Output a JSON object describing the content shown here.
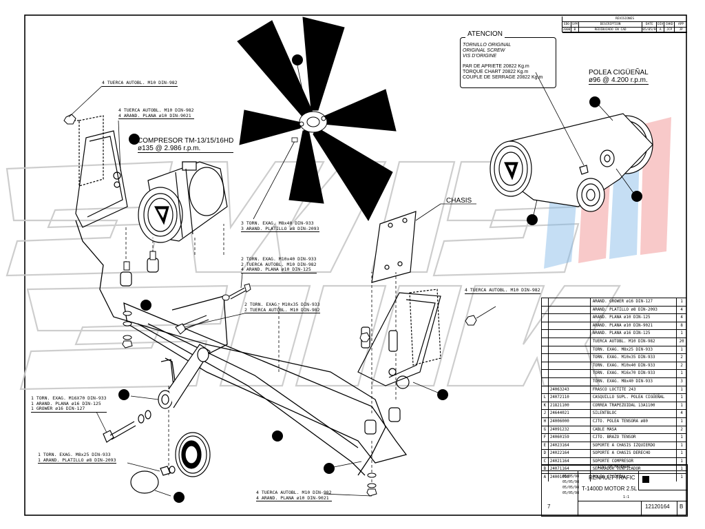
{
  "revision_block": {
    "title": "REVISIONES",
    "headers": [
      "EDO",
      "SYM",
      "DESCRIPTION",
      "DATE",
      "DIV",
      "CHKD",
      "APP"
    ],
    "row": [
      "2000",
      "B",
      "REDIBUJADO EN CAD",
      "05/05/98",
      "A",
      "JCP",
      "JP"
    ]
  },
  "atencion": {
    "title": "ATENCION",
    "lines1": [
      "TORNILLO ORIGINAL",
      "ORIGINAL SCREW",
      "VIS D'ORIGINE"
    ],
    "lines2": [
      "PAR DE APRIETE 20822 Kg.m",
      "TORQUE CHART 20822 Kg.m",
      "COUPLE DE SERRAGE 20822 Kg.m"
    ]
  },
  "polea": {
    "title": "POLEA CIGÜEÑAL",
    "spec": "ø96 @ 4.200 r.p.m."
  },
  "compresor": {
    "title": "COMPRESOR TM-13/15/16HD",
    "spec": "ø135 @ 2.986 r.p.m."
  },
  "chasis_label": "CHASIS",
  "callouts": {
    "c1": [
      "4 TUERCA AUTOBL. M10 DIN-982"
    ],
    "c2": [
      "4 TUERCA AUTOBL. M10 DIN-982",
      "4 ARAND. PLANA ø10 DIN-9021"
    ],
    "c3": [
      "3 TORN. EXAG. M8x40 DIN-933",
      "3 ARAND. PLATILLO ø8 DIN-2093"
    ],
    "c4": [
      "2 TORN. EXAG. M10x40 DIN-933",
      "2 TUERCA AUTOBL. M10 DIN-982",
      "4 ARAND. PLANA ø10 DIN-125"
    ],
    "c5": [
      "2 TORN. EXAG. M10x35 DIN-933",
      "2 TUERCA AUTOBL. M10 DIN-982"
    ],
    "c6": [
      "4 TUERCA AUTOBL. M10 DIN-982"
    ],
    "c7": [
      "1 TORN. EXAG. M16X70 DIN-933",
      "1 ARAND. PLANA ø16 DIN-125",
      "1 GROWER ø16 DIN-127"
    ],
    "c8": [
      "1 TORN. EXAG. M8x25 DIN-933",
      "1 ARAND. PLATILLO ø8 DIN-2093"
    ],
    "c9": [
      "4 TUERCA AUTOBL. M10 DIN-982",
      "4 ARAND. PLANA ø10 DIN-9021"
    ]
  },
  "hardware_list": [
    {
      "desc": "ARAND. GROWER ø16 DIN-127",
      "qty": "1"
    },
    {
      "desc": "ARAND. PLATILLO ø8 DIN-2093",
      "qty": "4"
    },
    {
      "desc": "ARAND. PLANA ø10 DIN-125",
      "qty": "4"
    },
    {
      "desc": "ARAND. PLANA ø10 DIN-9021",
      "qty": "8"
    },
    {
      "desc": "ARAND. PLANA ø16 DIN-125",
      "qty": "1"
    },
    {
      "desc": "TUERCA AUTOBL. M10 DIN-982",
      "qty": "20"
    },
    {
      "desc": "TORN. EXAG. M8x25 DIN-933",
      "qty": "1"
    },
    {
      "desc": "TORN. EXAG. M10x35 DIN-933",
      "qty": "2"
    },
    {
      "desc": "TORN. EXAG. M10x40 DIN-933",
      "qty": "2"
    },
    {
      "desc": "TORN. EXAG. M16x70 DIN-933",
      "qty": "1"
    },
    {
      "desc": "TORN. EXAG. M8x40 DIN-933",
      "qty": "3"
    }
  ],
  "parts_list": [
    {
      "letter": "",
      "code": "24063243",
      "desc": "FRASCO LOCTITE 243",
      "qty": "1"
    },
    {
      "letter": "L",
      "code": "24072110",
      "desc": "CASQUILLO SUPL. POLEA CIGÜEÑAL",
      "qty": "1"
    },
    {
      "letter": "K",
      "code": "21821100",
      "desc": "CORREA TRAPEZOIDAL 13A1100",
      "qty": "1"
    },
    {
      "letter": "J",
      "code": "24644021",
      "desc": "SILENTBLOC",
      "qty": "4"
    },
    {
      "letter": "H",
      "code": "24006000",
      "desc": "CJTO. POLEA TENSORA ø80",
      "qty": "1"
    },
    {
      "letter": "G",
      "code": "24091232",
      "desc": "CABLE MASA",
      "qty": "2"
    },
    {
      "letter": "F",
      "code": "24060159",
      "desc": "CJTO. BRAZO TENSOR",
      "qty": "1"
    },
    {
      "letter": "E",
      "code": "24023164",
      "desc": "SOPORTE A CHASIS IZQUIERDO",
      "qty": "1"
    },
    {
      "letter": "D",
      "code": "24022164",
      "desc": "SOPORTE A CHASIS DERECHO",
      "qty": "1"
    },
    {
      "letter": "C",
      "code": "24021164",
      "desc": "SOPORTE COMPRESOR",
      "qty": "1"
    },
    {
      "letter": "B",
      "code": "24071164",
      "desc": "SEPARADOR VENTILADOR",
      "qty": "1"
    },
    {
      "letter": "A",
      "code": "24001098",
      "desc": "POLEA CIGÜEÑAL",
      "qty": "1"
    }
  ],
  "list_header": "LIST OF MATERIAL",
  "title_block": {
    "client": "RENAULT TRAFIC",
    "model": "T-1400D MOTOR 2.5L",
    "drawing_number": "12120164",
    "sheet_rev": "B",
    "scale": "1:1",
    "dates": [
      "05/05/98",
      "05/05/98",
      "05/05/98",
      "05/05/98"
    ],
    "number_label": "7"
  }
}
